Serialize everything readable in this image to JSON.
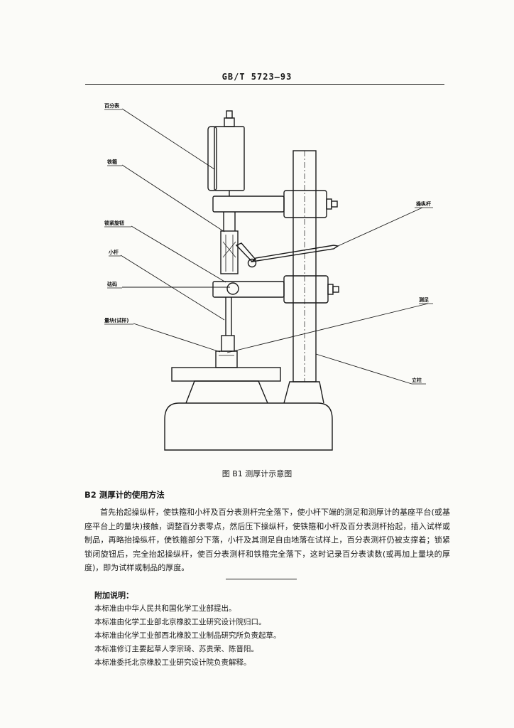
{
  "header": {
    "standard_no": "GB/T 5723—93"
  },
  "figure": {
    "caption": "图 B1   测厚计示意图",
    "labels": {
      "dial_indicator": "百分表",
      "iron_ring": "铁箍",
      "lock_knob": "锁紧旋钮",
      "small_rod": "小杆",
      "weight": "砝码",
      "gauge_block": "量块(试样)",
      "lever": "操纵杆",
      "foot": "测足",
      "column": "立柱"
    }
  },
  "section": {
    "title": "B2   测厚计的使用方法",
    "paragraph": "首先抬起操纵杆，使铁箍和小杆及百分表测杆完全落下，使小杆下端的测足和测厚计的基座平台(或基座平台上的量块)接触，调整百分表零点，然后压下操纵杆，使铁箍和小杆及百分表测杆抬起，插入试样或制品，再略抬操纵杆，使铁箍部分下落，小杆及其测足自由地落在试样上，百分表测杆仍被支撑着；锁紧锁闭旋钮后，完全抬起操纵杆，使百分表测杆和铁箍完全落下，这时记录百分表读数(或再加上量块的厚度)，即为试样或制品的厚度。"
  },
  "notes": {
    "title": "附加说明：",
    "items": [
      "本标准由中华人民共和国化学工业部提出。",
      "本标准由化学工业部北京橡胶工业研究设计院归口。",
      "本标准由化学工业部西北橡胶工业制品研究所负责起草。",
      "本标准修订主要起草人李宗琦、苏贵荣、陈晋阳。",
      "本标准委托北京橡胶工业研究设计院负责解释。"
    ]
  }
}
